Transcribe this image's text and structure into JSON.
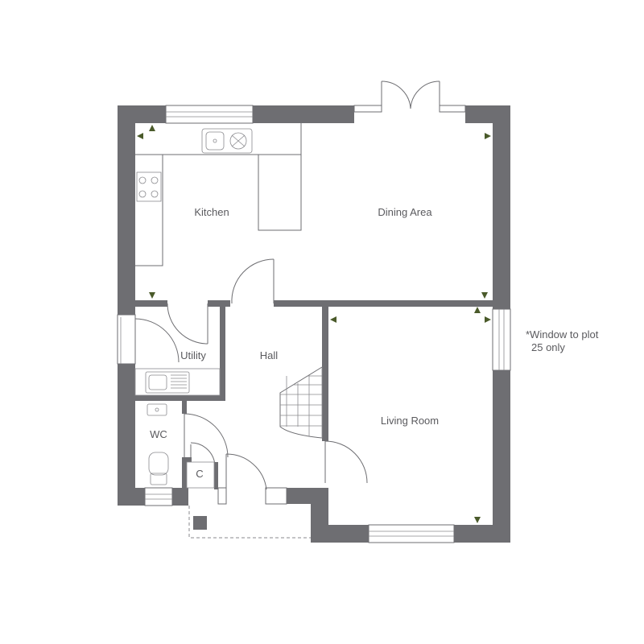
{
  "rooms": {
    "kitchen": "Kitchen",
    "dining": "Dining Area",
    "utility": "Utility",
    "hall": "Hall",
    "living": "Living Room",
    "wc": "WC",
    "cupboard": "C"
  },
  "note": {
    "line1": "*Window to plot",
    "line2": "25 only"
  },
  "colors": {
    "wall": "#6e6e72",
    "arrow": "#4a5a2a",
    "text": "#5a5a5e"
  }
}
